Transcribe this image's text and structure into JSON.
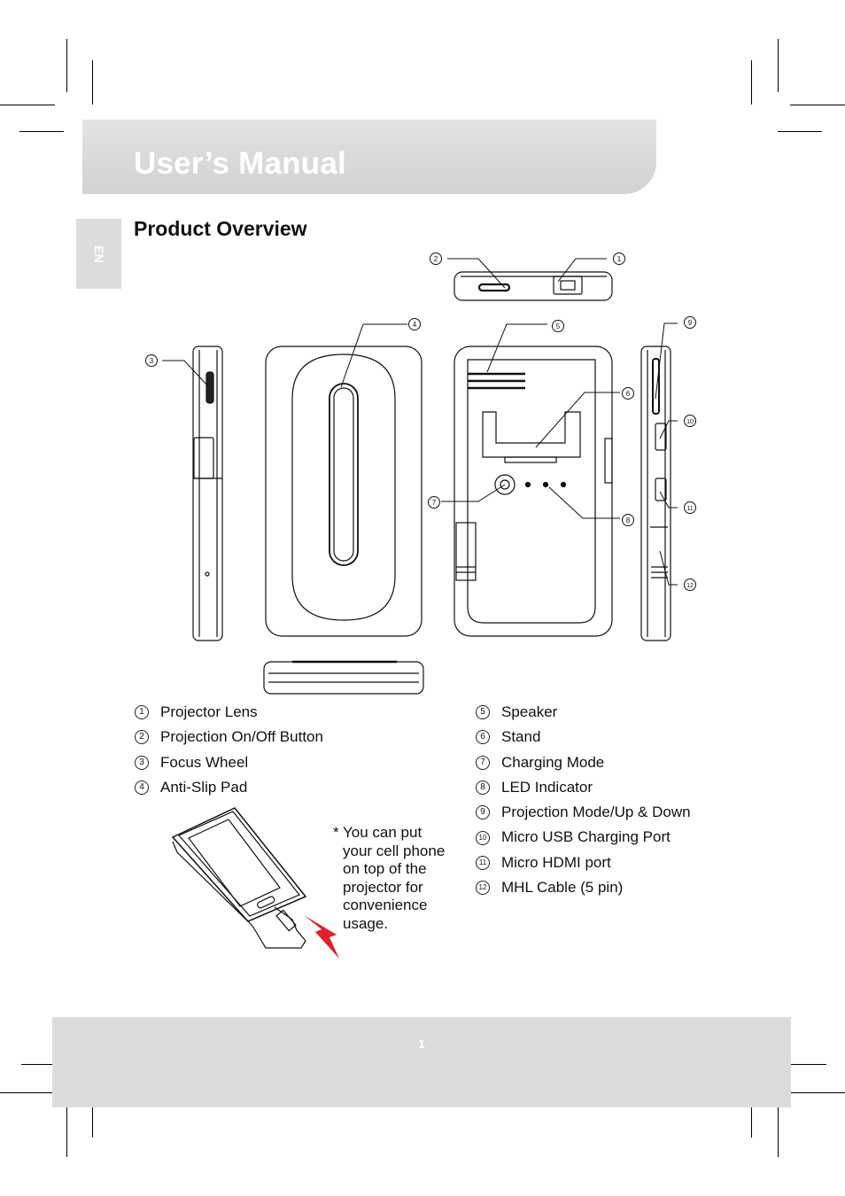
{
  "header": {
    "title": "User’s Manual"
  },
  "language_tab": "EN",
  "section": {
    "title": "Product Overview"
  },
  "callouts": [
    "1",
    "2",
    "3",
    "4",
    "5",
    "6",
    "7",
    "8",
    "9",
    "10",
    "11",
    "12"
  ],
  "legend_left": [
    {
      "num": "1",
      "label": "Projector Lens"
    },
    {
      "num": "2",
      "label": "Projection On/Off Button"
    },
    {
      "num": "3",
      "label": "Focus Wheel"
    },
    {
      "num": "4",
      "label": "Anti-Slip Pad"
    }
  ],
  "legend_right": [
    {
      "num": "5",
      "label": "Speaker"
    },
    {
      "num": "6",
      "label": "Stand"
    },
    {
      "num": "7",
      "label": "Charging Mode"
    },
    {
      "num": "8",
      "label": "LED Indicator"
    },
    {
      "num": "9",
      "label": "Projection Mode/Up & Down"
    },
    {
      "num": "10",
      "label": "Micro USB Charging Port"
    },
    {
      "num": "11",
      "label": "Micro HDMI port"
    },
    {
      "num": "12",
      "label": "MHL Cable (5 pin)"
    }
  ],
  "phone_note": {
    "marker": "*",
    "lines": [
      "You can put",
      "your cell phone",
      "on top of the",
      "projector for",
      "convenience",
      "usage."
    ]
  },
  "footer": {
    "page_number": "1"
  },
  "colors": {
    "band_gray": "#dcdcdc",
    "arrow_red": "#e2202a"
  }
}
